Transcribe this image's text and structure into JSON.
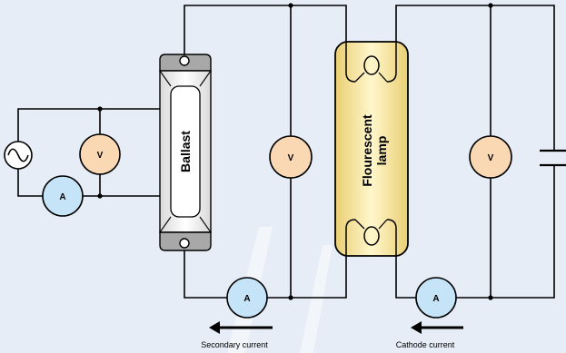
{
  "components": {
    "ballast_label": "Ballast",
    "lamp_label_line1": "Flourescent",
    "lamp_label_line2": "lamp"
  },
  "meters": {
    "voltmeter_symbol": "V",
    "ammeter_symbol": "A"
  },
  "captions": {
    "secondary_current": "Secondary current",
    "cathode_current": "Cathode current"
  },
  "colors": {
    "background": "#e6edf6",
    "voltmeter_fill": "#fbd8b4",
    "ammeter_fill": "#c6e4f7",
    "lamp_fill": "#fbf0b8",
    "ballast_frame": "#a8a8a8"
  },
  "icons": {
    "ac_source": "ac-source-icon",
    "capacitor": "capacitor-icon",
    "arrow": "arrow-left-icon"
  }
}
